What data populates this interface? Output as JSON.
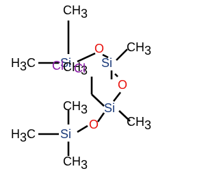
{
  "molecule": {
    "colors": {
      "carbon": "#000000",
      "silicon": "#1a3a7a",
      "oxygen": "#e8100c",
      "chlorine": "#8b1aa8",
      "background": "#ffffff"
    },
    "atoms": [
      {
        "id": "me1_top",
        "kind": "carbon",
        "symbol": "CH",
        "sub": "3"
      },
      {
        "id": "me1_left",
        "kind": "carbon",
        "symbol": "H",
        "sub": "3",
        "tail": "C"
      },
      {
        "id": "si1",
        "kind": "silicon",
        "symbol": "Si"
      },
      {
        "id": "o1",
        "kind": "oxygen",
        "symbol": "O"
      },
      {
        "id": "me1_bottom",
        "kind": "carbon",
        "symbol": "CH",
        "sub": "3"
      },
      {
        "id": "si2",
        "kind": "silicon",
        "symbol": "Si"
      },
      {
        "id": "me2_right",
        "kind": "carbon",
        "symbol": "CH",
        "sub": "3"
      },
      {
        "id": "cl1",
        "kind": "chlorine",
        "symbol": "Cl"
      },
      {
        "id": "cl2",
        "kind": "chlorine",
        "symbol": "Cl"
      },
      {
        "id": "o2",
        "kind": "oxygen",
        "symbol": "O"
      },
      {
        "id": "si3",
        "kind": "silicon",
        "symbol": "Si"
      },
      {
        "id": "me3_right",
        "kind": "carbon",
        "symbol": "CH",
        "sub": "3"
      },
      {
        "id": "o3",
        "kind": "oxygen",
        "symbol": "O"
      },
      {
        "id": "si4",
        "kind": "silicon",
        "symbol": "Si"
      },
      {
        "id": "me4_top",
        "kind": "carbon",
        "symbol": "CH",
        "sub": "3"
      },
      {
        "id": "me4_left",
        "kind": "carbon",
        "symbol": "H",
        "sub": "3",
        "tail": "C"
      },
      {
        "id": "me4_bottom",
        "kind": "carbon",
        "symbol": "CH",
        "sub": "3"
      }
    ]
  }
}
